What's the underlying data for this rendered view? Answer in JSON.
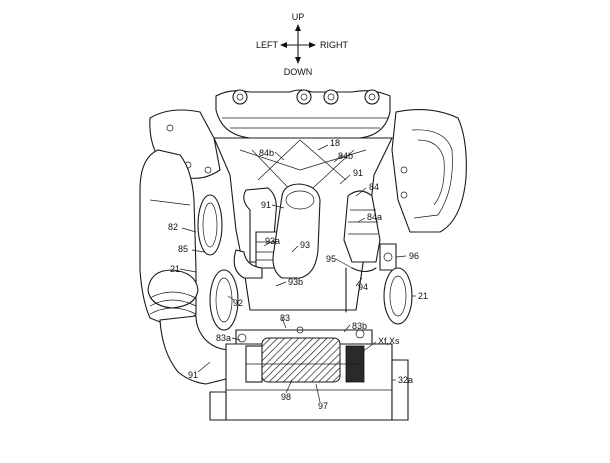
{
  "compass": {
    "up": "UP",
    "down": "DOWN",
    "left": "LEFT",
    "right": "RIGHT"
  },
  "callouts": {
    "c18": "18",
    "c84b_left": "84b",
    "c84b_right": "84b",
    "c91_top": "91",
    "c84": "84",
    "c91_mid": "91",
    "c82": "82",
    "c84a": "84a",
    "c85": "85",
    "c93a": "93a",
    "c93": "93",
    "c95": "95",
    "c96": "96",
    "c21_left": "21",
    "c93b": "93b",
    "c94": "94",
    "c21_right": "21",
    "c92": "92",
    "c83": "83",
    "c83b": "83b",
    "c83a": "83a",
    "cxf": "Xf,Xs",
    "c91_bottom": "91",
    "c98": "98",
    "c97": "97",
    "c32a": "32a"
  }
}
